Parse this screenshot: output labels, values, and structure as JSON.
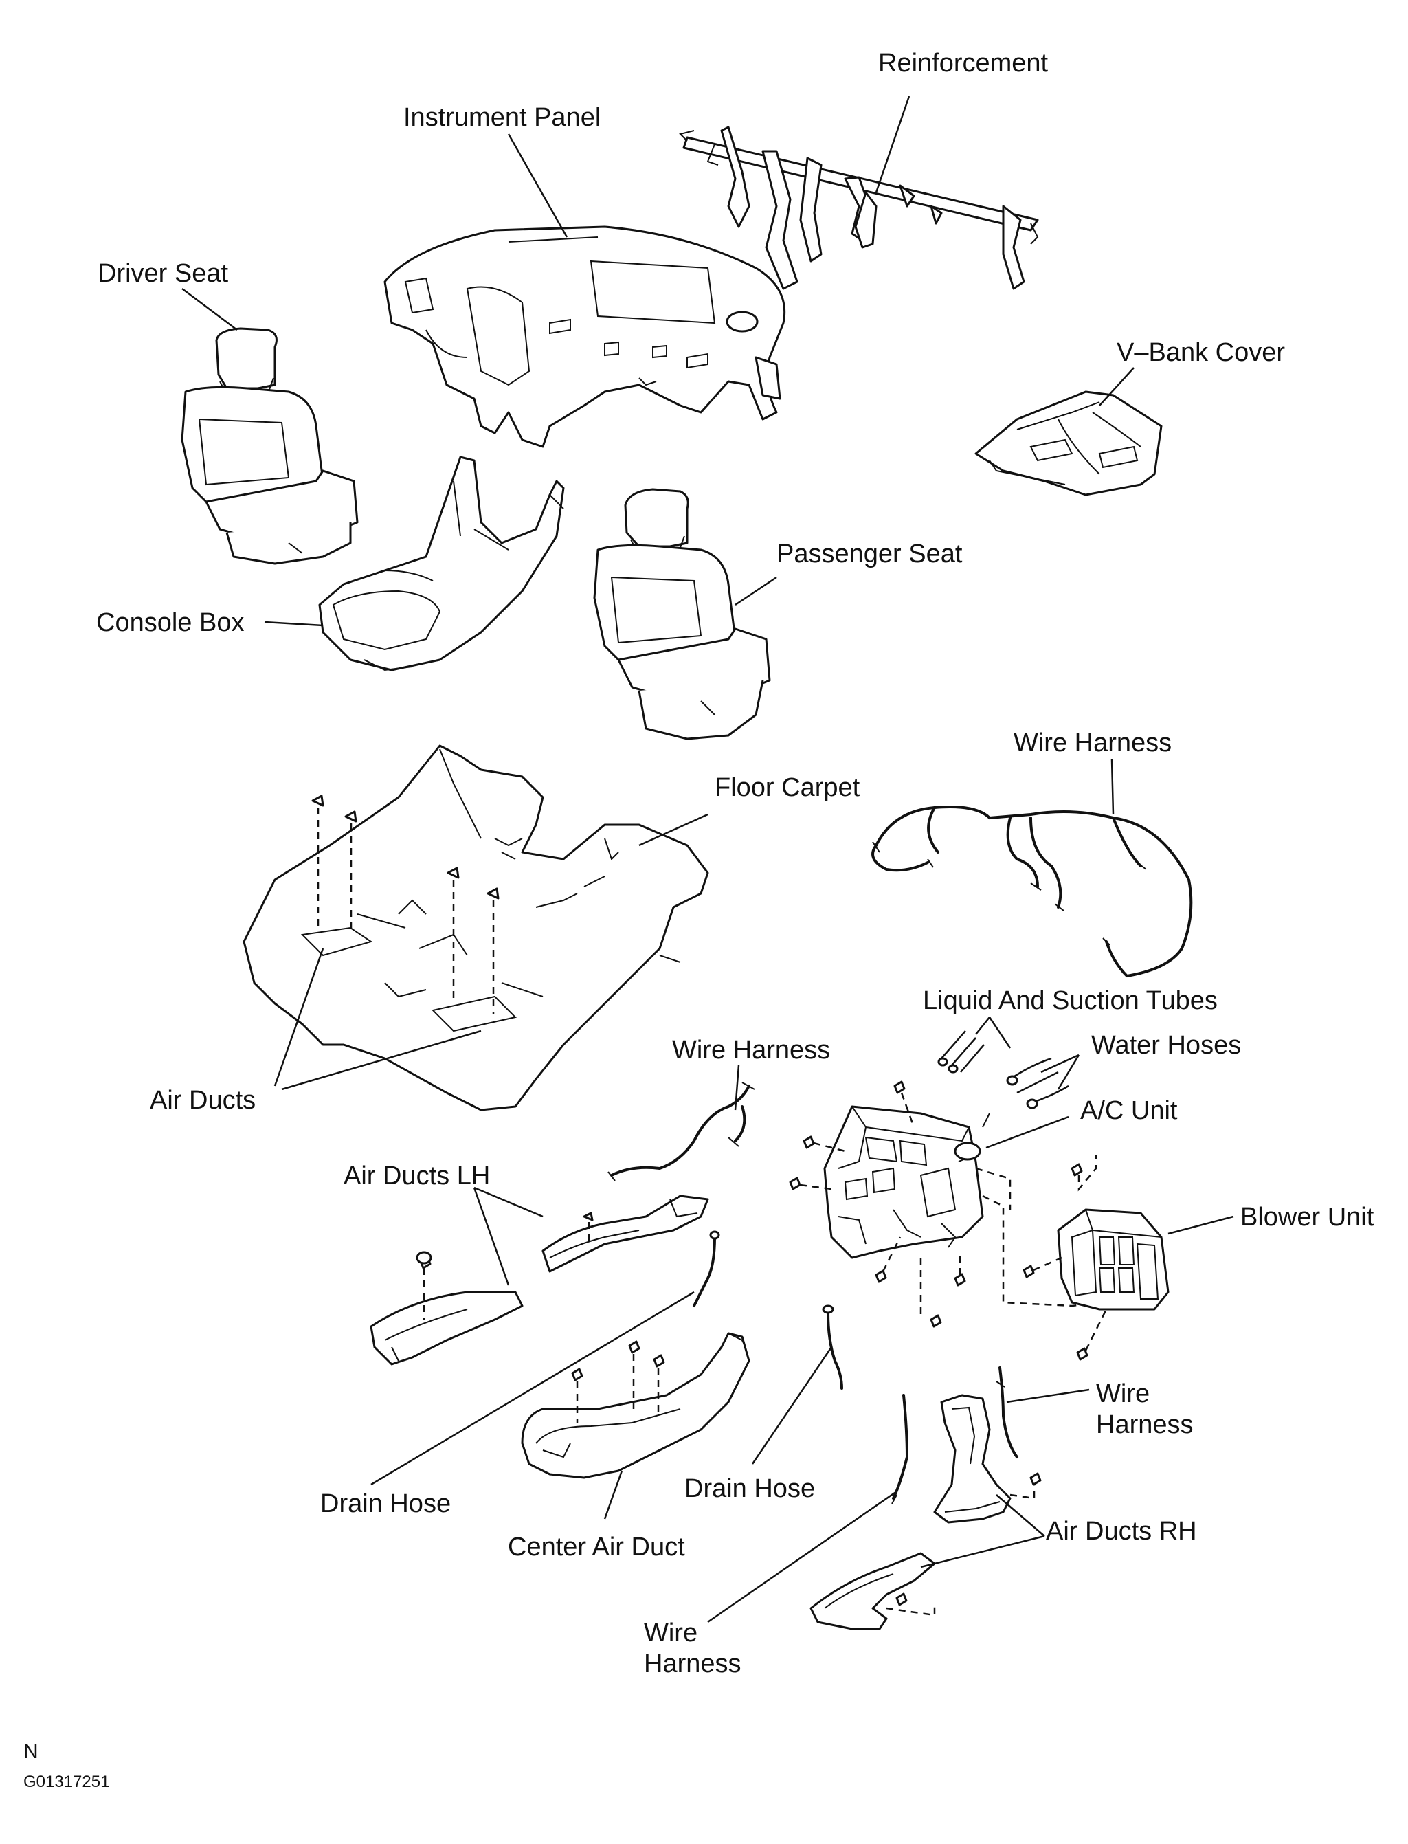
{
  "labels": {
    "reinforcement": "Reinforcement",
    "instrument_panel": "Instrument Panel",
    "driver_seat": "Driver Seat",
    "v_bank_cover": "V–Bank Cover",
    "passenger_seat": "Passenger Seat",
    "console_box": "Console Box",
    "wire_harness_top": "Wire Harness",
    "floor_carpet": "Floor Carpet",
    "liquid_suction_tubes": "Liquid And Suction Tubes",
    "water_hoses": "Water Hoses",
    "wire_harness_mid": "Wire Harness",
    "ac_unit": "A/C Unit",
    "air_ducts": "Air Ducts",
    "air_ducts_lh": "Air Ducts LH",
    "blower_unit": "Blower Unit",
    "wire_harness_right_l1": "Wire",
    "wire_harness_right_l2": "Harness",
    "drain_hose_left": "Drain Hose",
    "drain_hose_mid": "Drain Hose",
    "air_ducts_rh": "Air Ducts RH",
    "center_air_duct": "Center Air Duct",
    "wire_harness_bottom_l1": "Wire",
    "wire_harness_bottom_l2": "Harness"
  },
  "footer": {
    "corner_letter": "N",
    "figure_id": "G01317251"
  }
}
